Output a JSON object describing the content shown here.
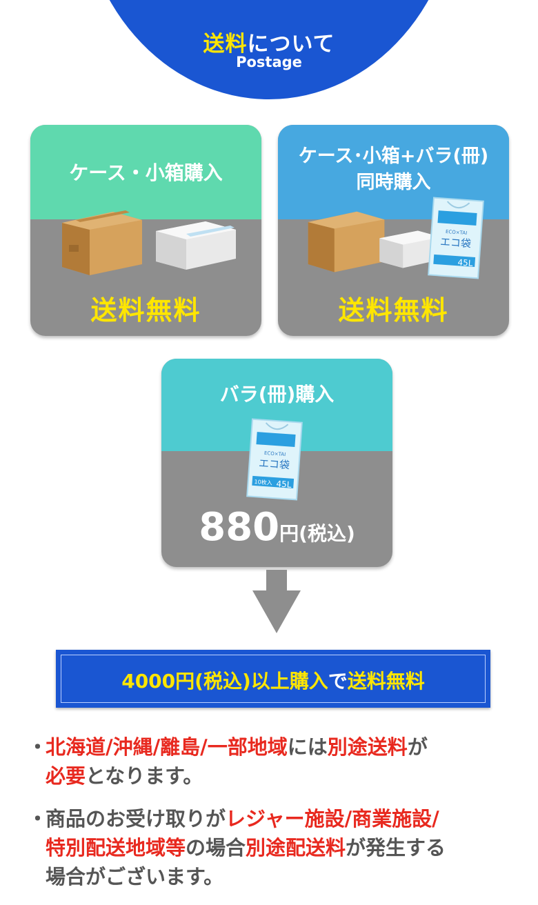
{
  "header": {
    "title_highlight": "送料",
    "title_rest": "について",
    "subtitle": "Postage"
  },
  "cards": {
    "case": {
      "label": "ケース・小箱購入",
      "result": "送料無料",
      "color": "#5fd9ae"
    },
    "combo": {
      "label_line1": "ケース･小箱+バラ(冊)",
      "label_line2": "同時購入",
      "result": "送料無料",
      "color": "#47a8e0"
    },
    "single": {
      "label": "バラ(冊)購入",
      "price": "880",
      "price_unit": "円(税込)",
      "color": "#4ecbd0"
    }
  },
  "product_bag": {
    "brand": "ECO×TAI",
    "name": "エコ袋",
    "count": "10枚入",
    "size": "45L"
  },
  "banner": {
    "amount": "4000円(税込)以上購入",
    "particle": "で",
    "result": "送料無料"
  },
  "notes": {
    "bullet": "・",
    "n1": {
      "r1": "北海道/沖縄/離島/一部地域",
      "t1": "には",
      "r2": "別途送料",
      "t2": "が",
      "r3": "必要",
      "t3": "となります。"
    },
    "n2": {
      "t1": "商品のお受け取りが",
      "r1": "レジャー施設/商業施設/",
      "r2": "特別配送地域等",
      "t2": "の場合",
      "r3": "別途配送料",
      "t3": "が発生する",
      "t4": "場合がございます。"
    }
  },
  "colors": {
    "brand_blue": "#1a56d2",
    "highlight_yellow": "#ffe600",
    "alert_red": "#e8291f",
    "card_gray": "#8e8e8e"
  }
}
